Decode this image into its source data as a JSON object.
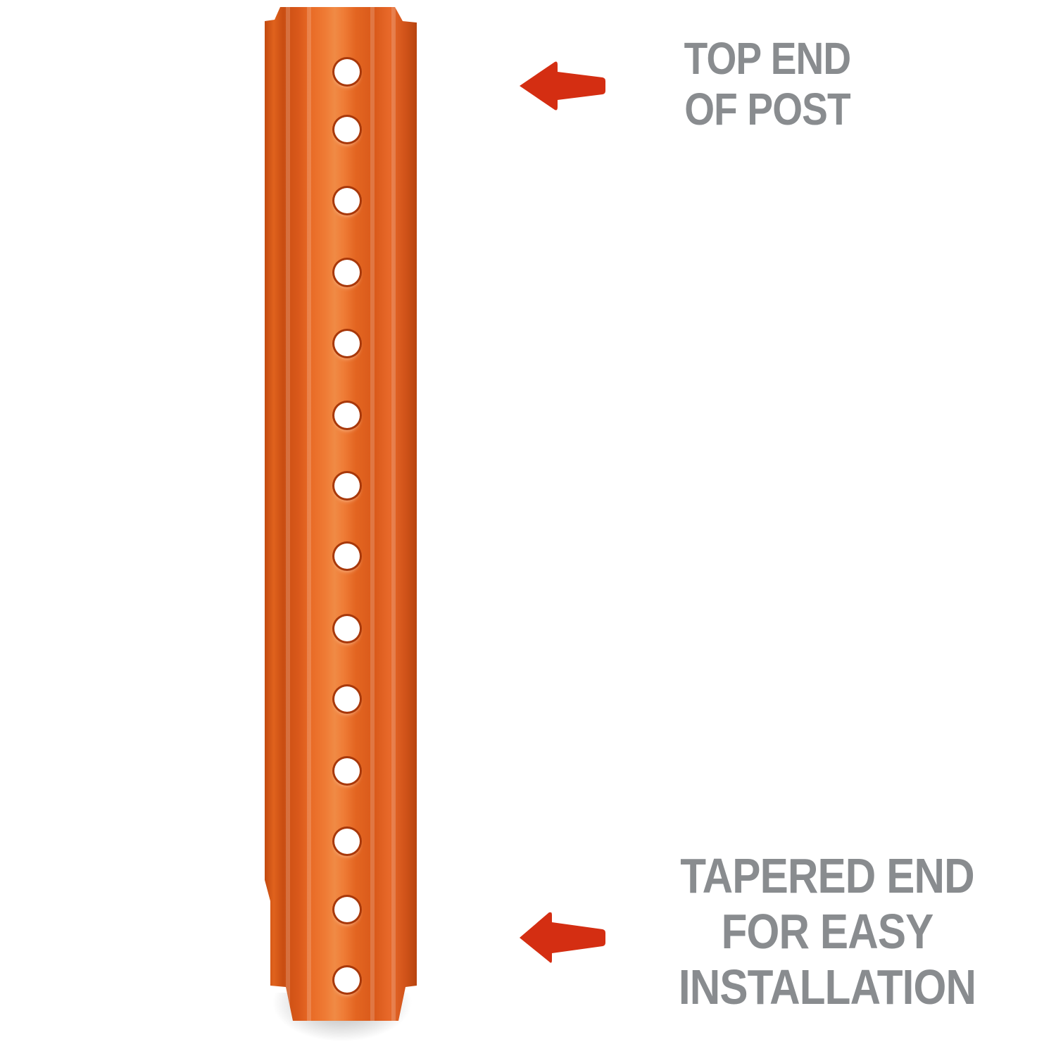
{
  "image": {
    "type": "product-illustration",
    "subject": "orange perforated U-channel sign post",
    "background_color": "#ffffff",
    "post_color": "#e8692a",
    "arrow_color": "#d42e12",
    "text_color": "#898c8f",
    "hole_count": 14
  },
  "callouts": [
    {
      "id": "top",
      "arrow_icon": "left-arrow-icon",
      "lines": [
        "TOP END",
        "OF POST"
      ]
    },
    {
      "id": "bottom",
      "arrow_icon": "left-arrow-icon",
      "lines": [
        "TAPERED END",
        "FOR EASY",
        "INSTALLATION"
      ]
    }
  ]
}
